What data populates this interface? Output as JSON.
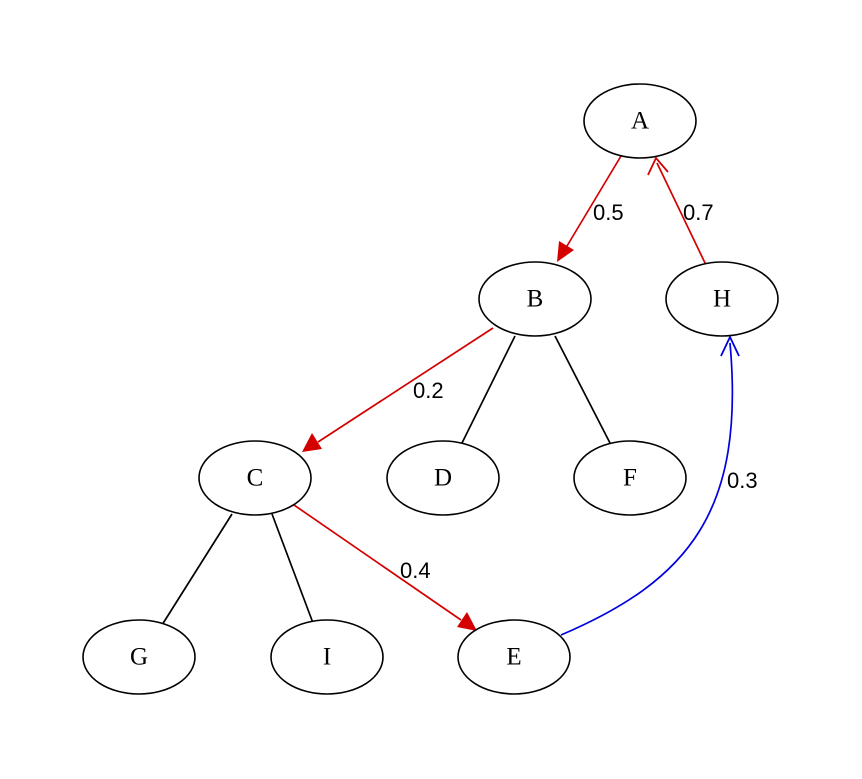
{
  "colors": {
    "red_edge": "#d40000",
    "blue_edge": "#0000e0",
    "plain_edge": "#000000"
  },
  "nodes": [
    {
      "id": "A",
      "label": "A"
    },
    {
      "id": "B",
      "label": "B"
    },
    {
      "id": "H",
      "label": "H"
    },
    {
      "id": "C",
      "label": "C"
    },
    {
      "id": "D",
      "label": "D"
    },
    {
      "id": "F",
      "label": "F"
    },
    {
      "id": "G",
      "label": "G"
    },
    {
      "id": "I",
      "label": "I"
    },
    {
      "id": "E",
      "label": "E"
    }
  ],
  "edges": [
    {
      "from": "A",
      "to": "B",
      "label": "0.5",
      "color": "red",
      "arrow": "filled"
    },
    {
      "from": "H",
      "to": "A",
      "label": "0.7",
      "color": "red",
      "arrow": "open"
    },
    {
      "from": "B",
      "to": "C",
      "label": "0.2",
      "color": "red",
      "arrow": "filled"
    },
    {
      "from": "B",
      "to": "D",
      "label": "",
      "color": "black",
      "arrow": "none"
    },
    {
      "from": "B",
      "to": "F",
      "label": "",
      "color": "black",
      "arrow": "none"
    },
    {
      "from": "C",
      "to": "G",
      "label": "",
      "color": "black",
      "arrow": "none"
    },
    {
      "from": "C",
      "to": "I",
      "label": "",
      "color": "black",
      "arrow": "none"
    },
    {
      "from": "C",
      "to": "E",
      "label": "0.4",
      "color": "red",
      "arrow": "filled"
    },
    {
      "from": "E",
      "to": "H",
      "label": "0.3",
      "color": "blue",
      "arrow": "open"
    }
  ]
}
